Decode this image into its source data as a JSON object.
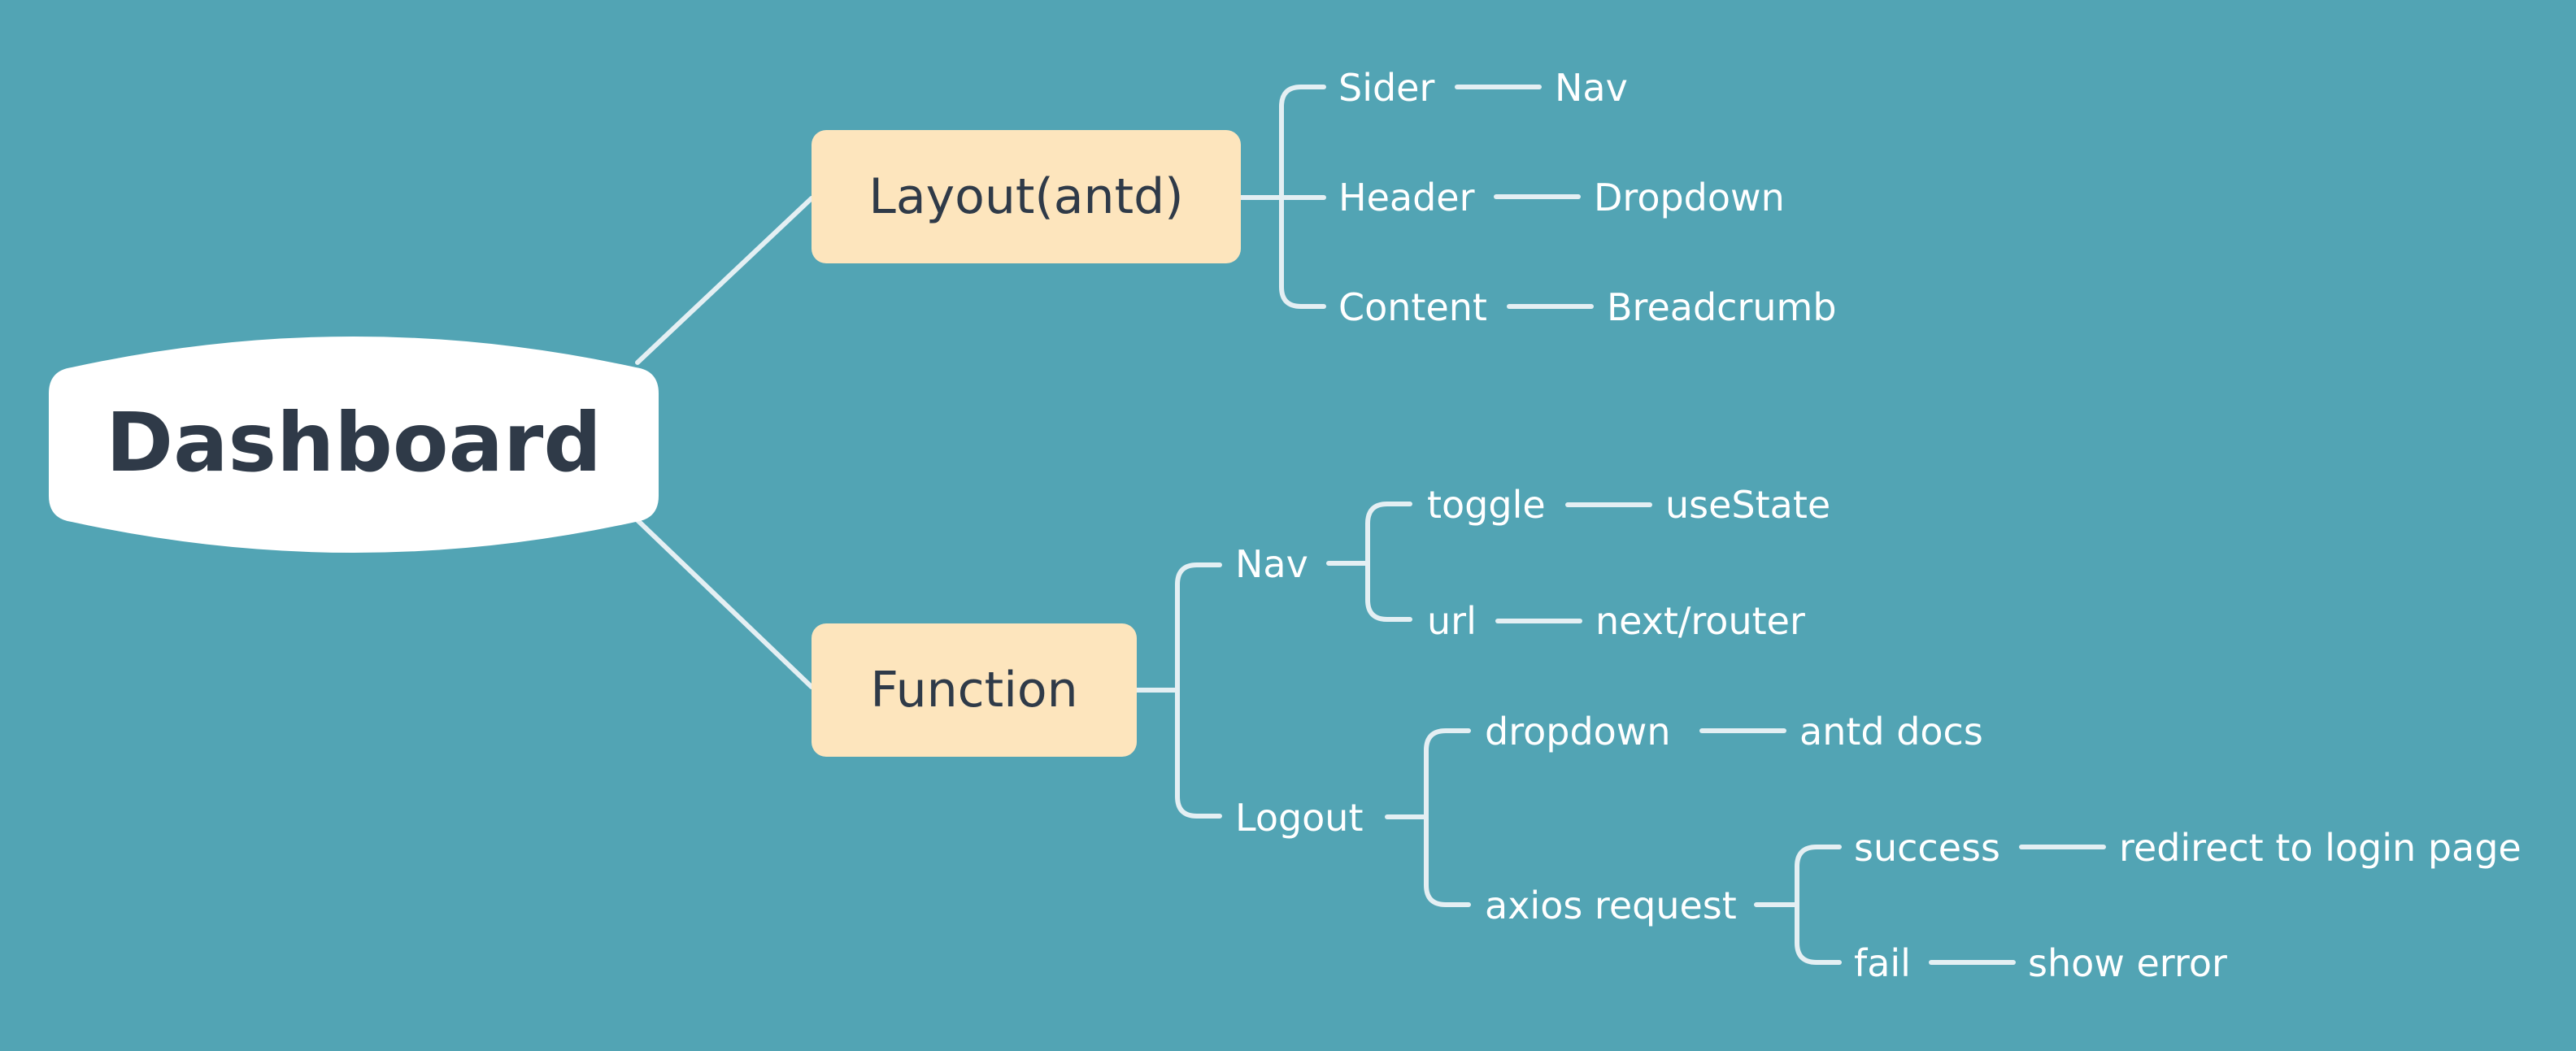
{
  "root": {
    "label": "Dashboard"
  },
  "branches": {
    "layout": {
      "label": "Layout(antd)",
      "sider": {
        "label": "Sider",
        "child": "Nav"
      },
      "header": {
        "label": "Header",
        "child": "Dropdown"
      },
      "content": {
        "label": "Content",
        "child": "Breadcrumb"
      }
    },
    "function": {
      "label": "Function",
      "nav": {
        "label": "Nav",
        "toggle": {
          "label": "toggle",
          "child": "useState"
        },
        "url": {
          "label": "url",
          "child": "next/router"
        }
      },
      "logout": {
        "label": "Logout",
        "dropdown": {
          "label": "dropdown",
          "child": "antd docs"
        },
        "axios": {
          "label": "axios request",
          "success": {
            "label": "success",
            "child": "redirect to login page"
          },
          "fail": {
            "label": "fail",
            "child": "show error"
          }
        }
      }
    }
  },
  "colors": {
    "background": "#52a4b4",
    "connector": "#e4eff3",
    "branch_fill": "#fde5bd",
    "root_fill": "#ffffff",
    "dark_text": "#2f3a48",
    "light_text": "#ffffff"
  }
}
